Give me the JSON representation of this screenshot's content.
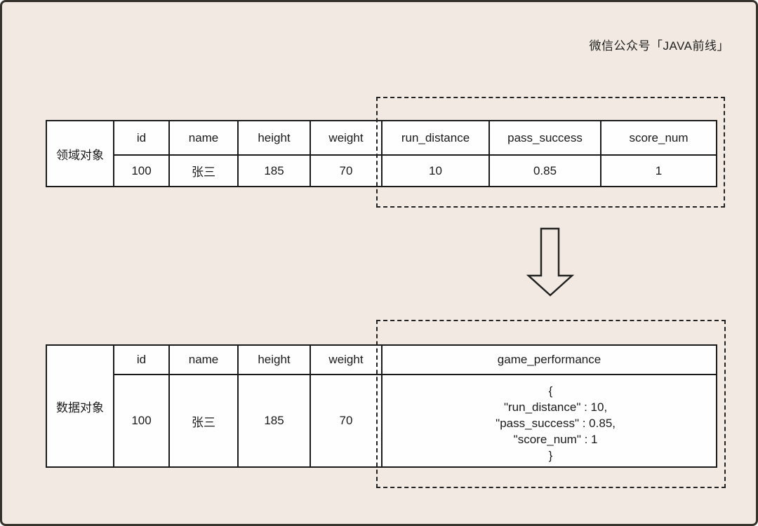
{
  "watermark": "微信公众号「JAVA前线」",
  "domain_table": {
    "row_label": "领域对象",
    "columns": [
      "id",
      "name",
      "height",
      "weight",
      "run_distance",
      "pass_success",
      "score_num"
    ],
    "values": [
      "100",
      "张三",
      "185",
      "70",
      "10",
      "0.85",
      "1"
    ]
  },
  "arrow": {
    "direction": "down"
  },
  "data_table": {
    "row_label": "数据对象",
    "columns": [
      "id",
      "name",
      "height",
      "weight",
      "game_performance"
    ],
    "values": [
      "100",
      "张三",
      "185",
      "70"
    ],
    "game_performance_json": "{\n   \"run_distance\" : 10,\n   \"pass_success\" : 0.85,\n   \"score_num\" : 1\n}"
  },
  "colors": {
    "background": "#f2eae2",
    "frame_border": "#34322b",
    "table_border": "#1a1a1a",
    "cell_background": "#fefefe",
    "dashed_highlight": "#222222",
    "text": "#1a1a1a"
  }
}
